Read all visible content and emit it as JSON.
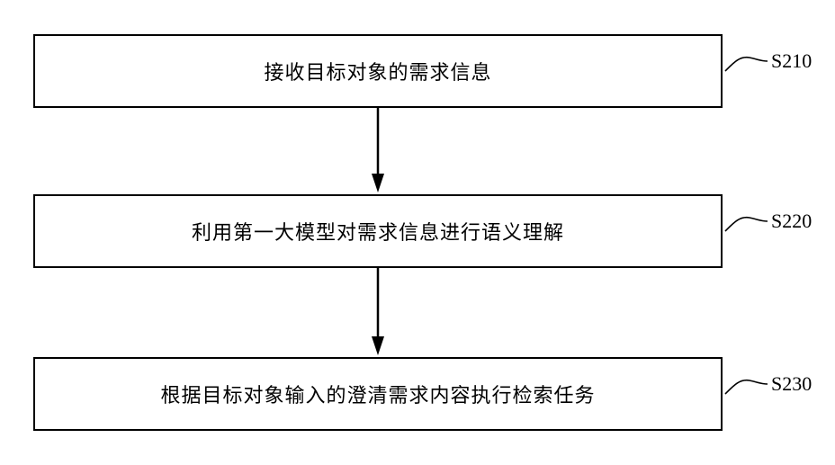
{
  "steps": [
    {
      "id": "S210",
      "text": "接收目标对象的需求信息"
    },
    {
      "id": "S220",
      "text": "利用第一大模型对需求信息进行语义理解"
    },
    {
      "id": "S230",
      "text": "根据目标对象输入的澄清需求内容执行检索任务"
    }
  ]
}
